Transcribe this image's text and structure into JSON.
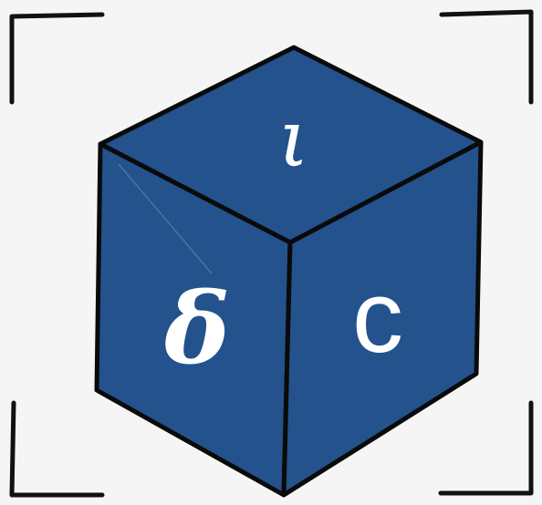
{
  "logo": {
    "top_face_letter": "ι",
    "left_face_letter": "δ",
    "right_face_letter": "c"
  },
  "colors": {
    "background": "#f5f5f5",
    "cube_fill": "#23528d",
    "outline": "#0a0a0a",
    "letter": "#ffffff"
  },
  "icons": {
    "cube": "cube-icon",
    "corner_brackets": "focus-frame-icon"
  }
}
